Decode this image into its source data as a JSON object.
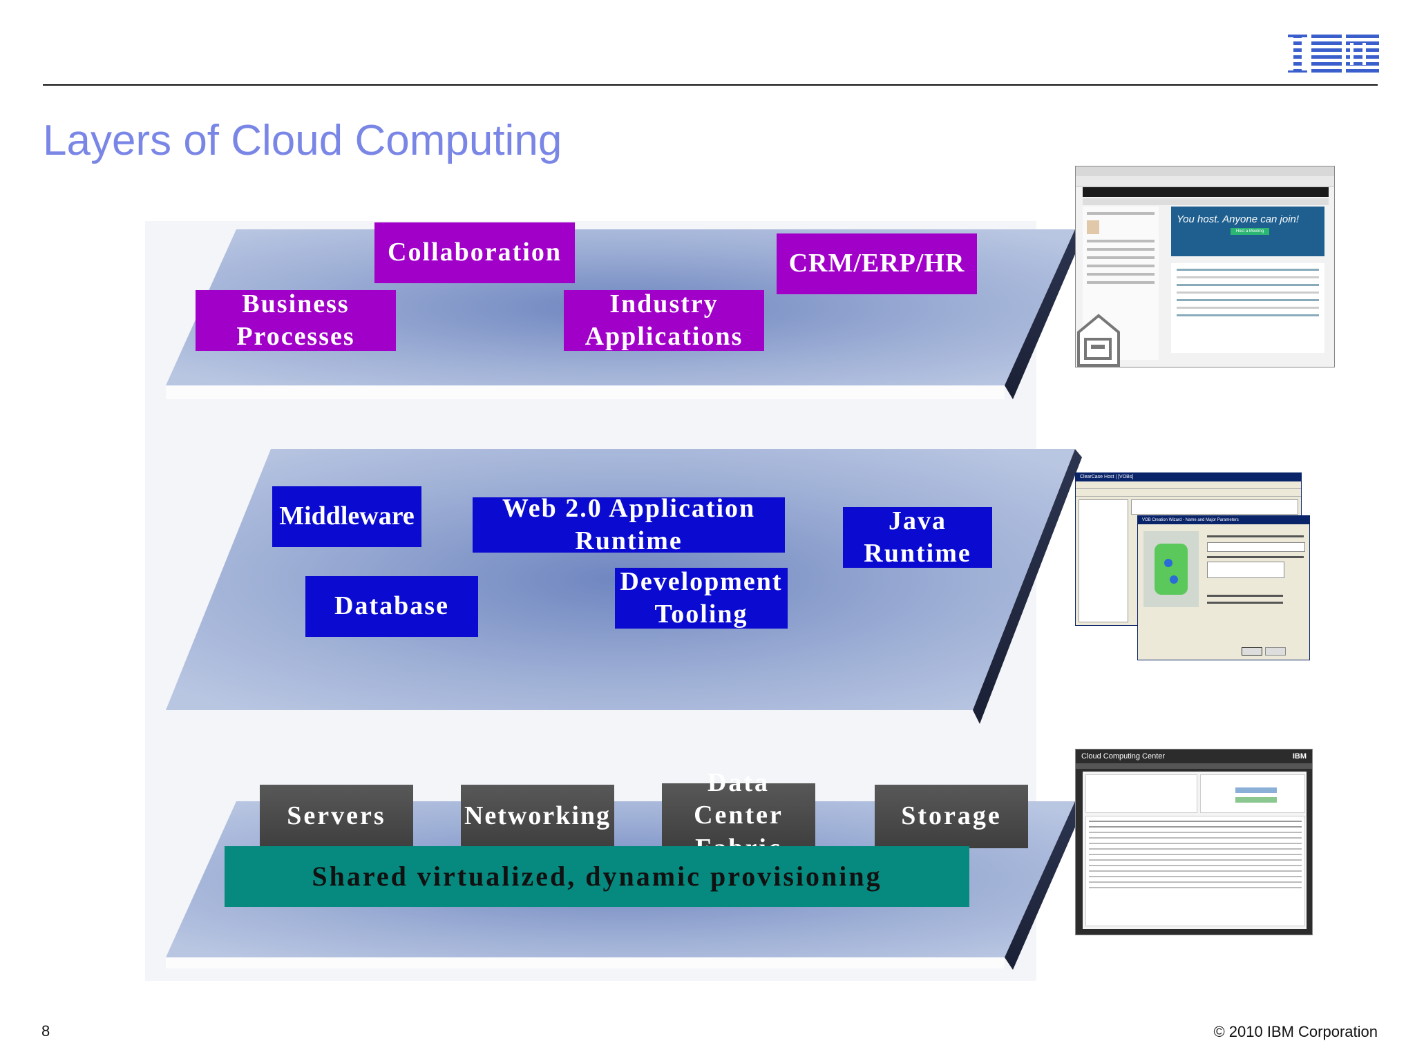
{
  "slide": {
    "title": "Layers of Cloud Computing",
    "page_number": "8",
    "copyright": "© 2010 IBM Corporation",
    "logo_text": "IBM"
  },
  "colors": {
    "title": "#7a86e6",
    "saas_box": "#a000c8",
    "paas_box": "#0a0ad0",
    "iaas_box": "#4a4a4a",
    "shared_bar": "#068a7f",
    "platform": "#8fa0c8"
  },
  "layers": {
    "saas": {
      "items": [
        "Collaboration",
        "Business Processes",
        "Industry Applications",
        "CRM/ERP/HR"
      ]
    },
    "paas": {
      "items": [
        "Middleware",
        "Web 2.0 Application Runtime",
        "Java Runtime",
        "Database",
        "Development Tooling"
      ]
    },
    "iaas": {
      "items": [
        "Servers",
        "Networking",
        "Data Center Fabric",
        "Storage"
      ],
      "shared": "Shared virtualized, dynamic provisioning"
    }
  },
  "thumbnails": {
    "saas": {
      "banner": "You host. Anyone can join!",
      "button": "Host a Meeting"
    },
    "paas": {
      "titlebar": "ClearCase Host | [VOBs]",
      "dialog": "VOB Creation Wizard - Name and Major Parameters"
    },
    "iaas": {
      "titlebar": "Cloud Computing Center",
      "brand": "IBM"
    }
  }
}
